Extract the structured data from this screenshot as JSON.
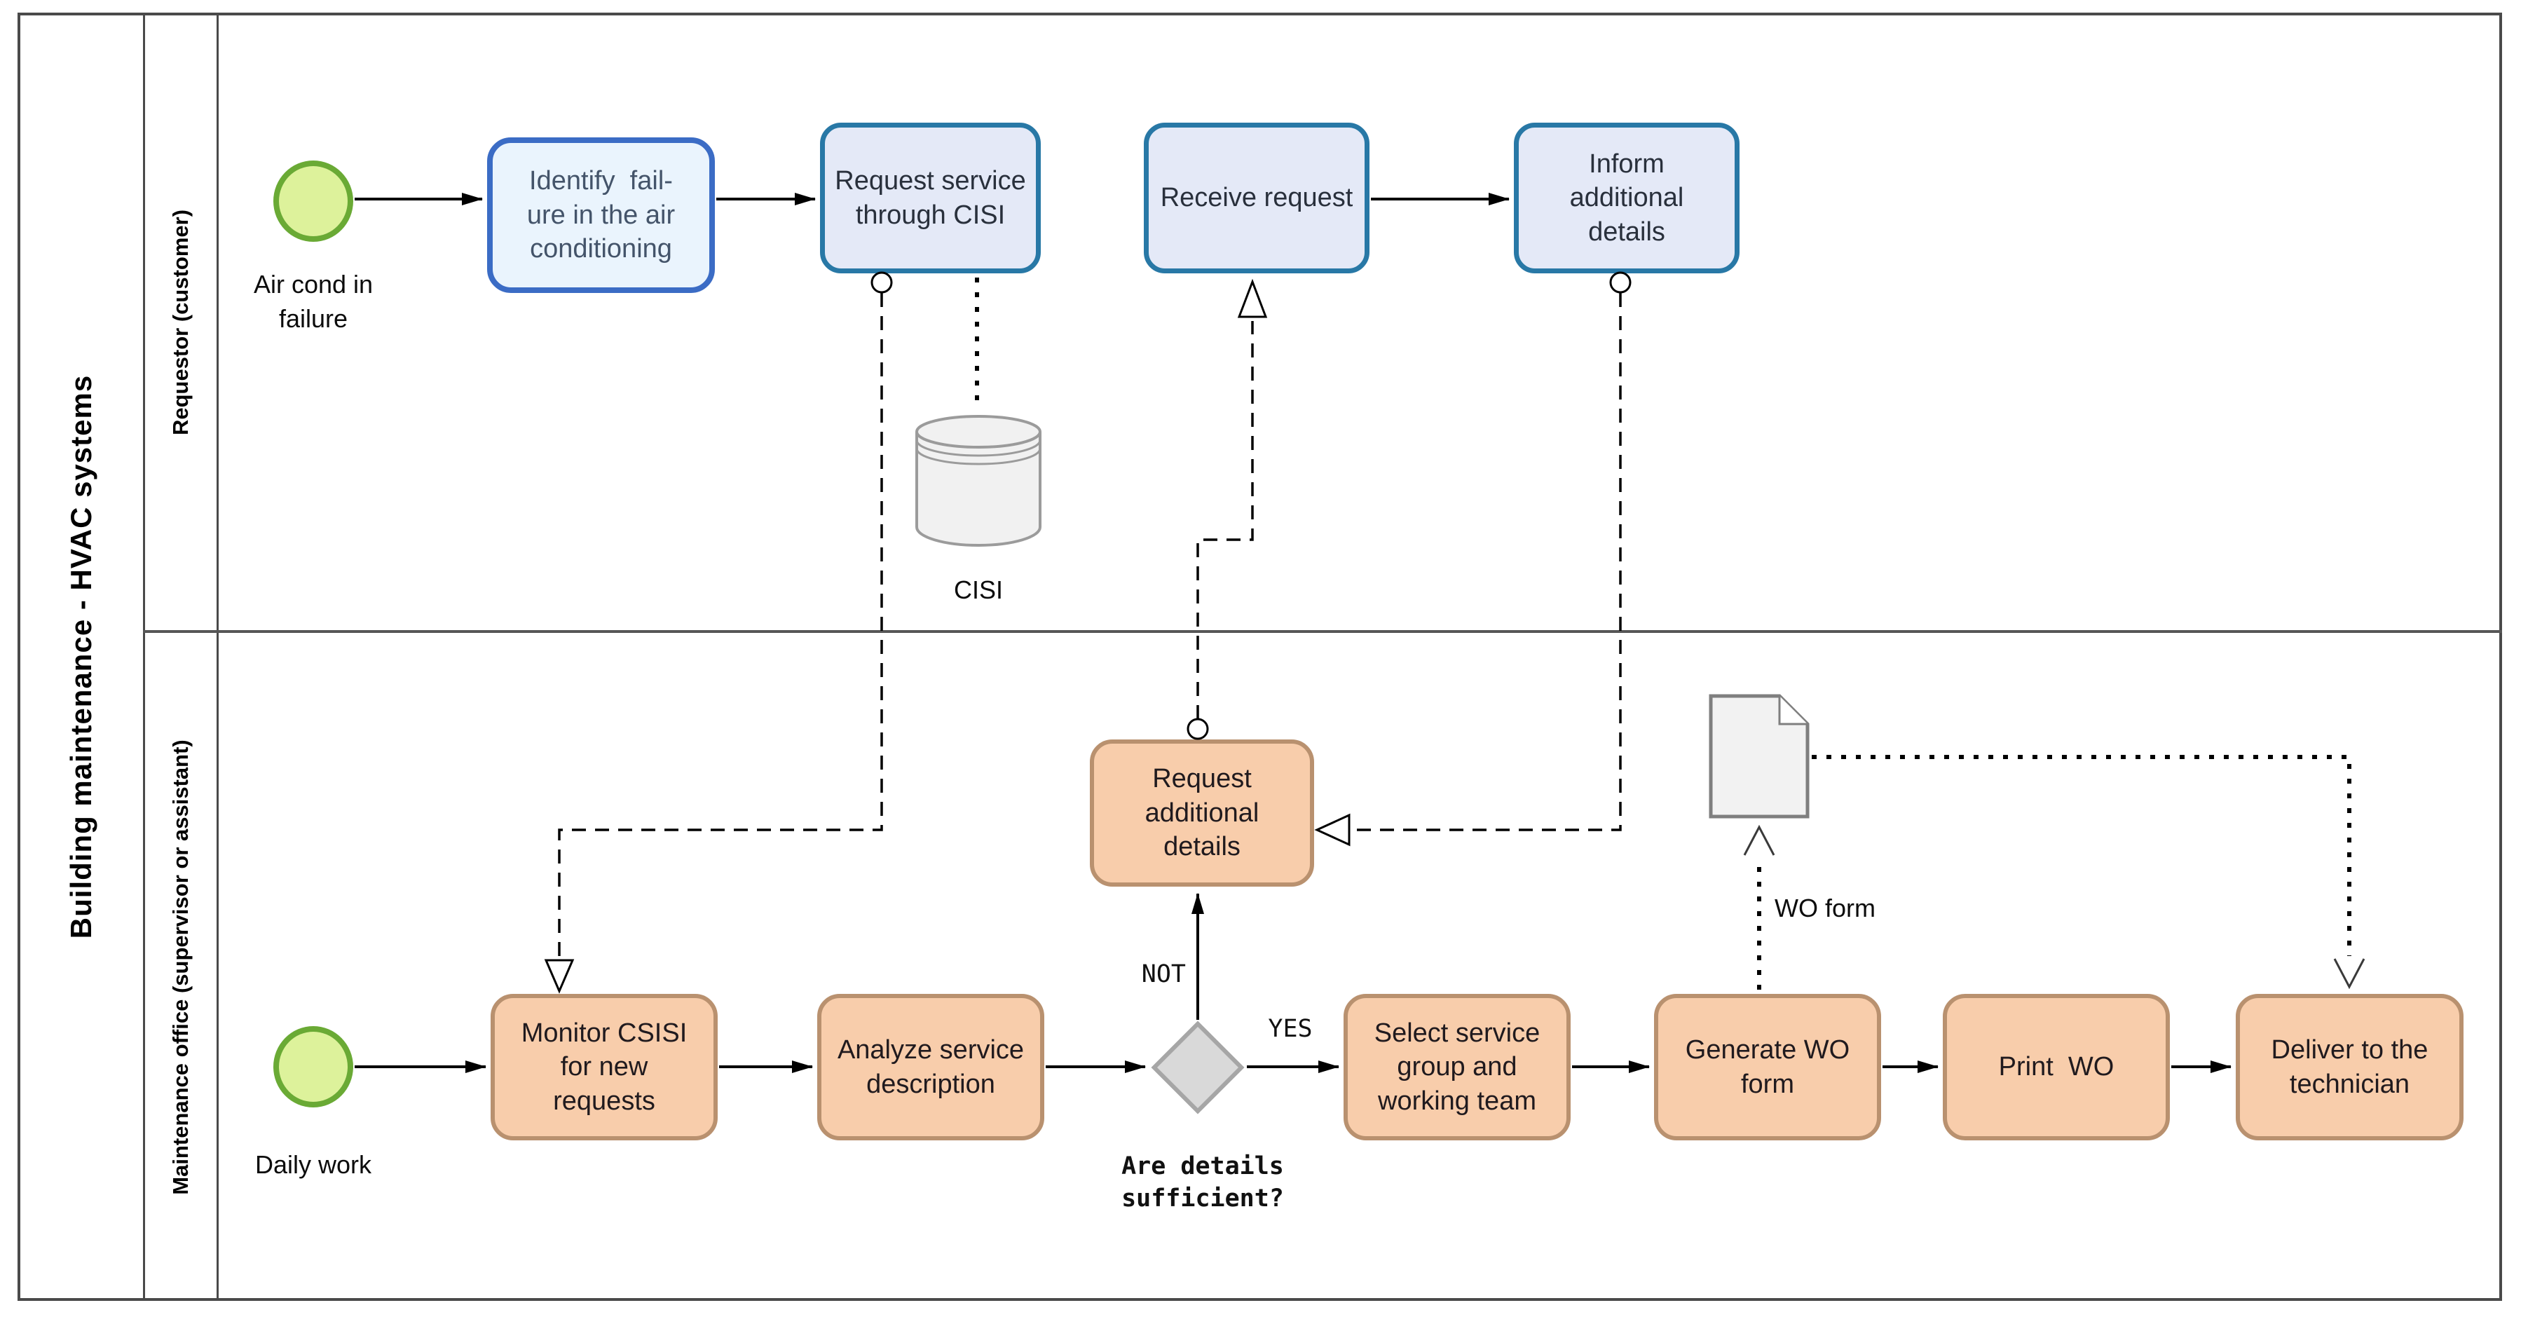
{
  "pool": {
    "title": "Building maintenance - HVAC systems",
    "lanes": [
      {
        "label": "Requestor (customer)"
      },
      {
        "label": "Maintenance office (supervisor or assistant)"
      }
    ]
  },
  "nodes": {
    "start_requestor": {
      "type": "start-event",
      "label": "Air cond in\nfailure"
    },
    "identify_failure": {
      "type": "task",
      "label": "Identify  fail-\nure in the air\nconditioning"
    },
    "request_service": {
      "type": "task",
      "label": "Request service\nthrough CISI"
    },
    "receive_request": {
      "type": "task",
      "label": "Receive request"
    },
    "inform_details": {
      "type": "task",
      "label": "Inform\nadditional\ndetails"
    },
    "cisi_datastore": {
      "type": "data-store",
      "label": "CISI"
    },
    "start_office": {
      "type": "start-event",
      "label": "Daily work"
    },
    "monitor_csisi": {
      "type": "task",
      "label": "Monitor CSISI\nfor new\nrequests"
    },
    "analyze_service": {
      "type": "task",
      "label": "Analyze service\ndescription"
    },
    "details_gateway": {
      "type": "exclusive-gateway",
      "label": "Are details\nsufficient?"
    },
    "request_additional": {
      "type": "task",
      "label": "Request\nadditional\ndetails"
    },
    "select_service": {
      "type": "task",
      "label": "Select service\ngroup and\nworking team"
    },
    "generate_wo": {
      "type": "task",
      "label": "Generate WO\nform"
    },
    "print_wo": {
      "type": "task",
      "label": "Print  WO"
    },
    "deliver_technician": {
      "type": "task",
      "label": "Deliver to the\ntechnician"
    },
    "wo_document": {
      "type": "document",
      "label": "WO form"
    }
  },
  "flow_labels": {
    "yes": "YES",
    "not": "NOT"
  },
  "colors": {
    "requestor_task_fill": "#e4e9f7",
    "requestor_task_border": "#2878a6",
    "first_task_fill": "#eaf4fd",
    "first_task_border": "#3b6cc5",
    "office_task_fill": "#f8cdab",
    "office_task_border": "#b9916f",
    "start_event_fill": "#ddf29b",
    "start_event_border": "#6aaa35",
    "gateway_fill": "#d9d9d9",
    "gateway_border": "#a6a6a6",
    "artifact_fill": "#f2f2f2",
    "artifact_border": "#808080",
    "frame": "#4a4a4a",
    "connector": "#000000"
  }
}
